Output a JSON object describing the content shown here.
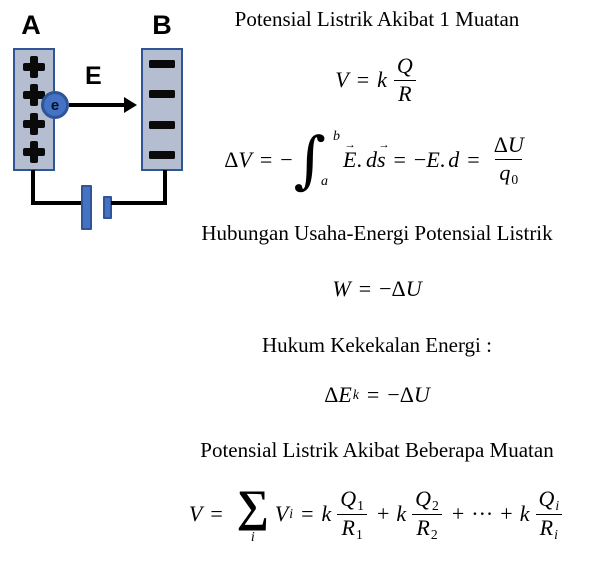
{
  "diagram": {
    "plate_a": {
      "label": "A",
      "charge_type": "positive",
      "charge_count": 4
    },
    "plate_b": {
      "label": "B",
      "charge_type": "negative",
      "charge_count": 4
    },
    "electron_label": "e",
    "field_label": "E",
    "colors": {
      "plate_fill": "#b5bed1",
      "plate_border": "#2e5696",
      "battery_fill": "#4472c4",
      "battery_border": "#2f5597",
      "electron_fill": "#4472c4",
      "electron_border": "#2f5597",
      "wire": "#000000",
      "charge": "#0a0a0a"
    }
  },
  "headings": {
    "h1": "Potensial Listrik Akibat 1 Muatan",
    "h2": "Hubungan Usaha-Energi Potensial Listrik",
    "h3": "Hukum Kekekalan Energi :",
    "h4": "Potensial Listrik Akibat Beberapa Muatan"
  },
  "formulas": {
    "v_single": {
      "lhs": "V",
      "eq": "=",
      "coef": "k",
      "num": "Q",
      "den": "R"
    },
    "delta_v": {
      "delta": "Δ",
      "v": "V",
      "eq": "=",
      "minus": "−",
      "int_sign": "∫",
      "upper": "b",
      "lower": "a",
      "vec_e": "E",
      "arrow": "→",
      "dot": ".",
      "dee": "d",
      "vec_s": "s",
      "eq2": "=",
      "minus2": "−",
      "e2": "E",
      "dot2": ".",
      "dee2": "d",
      "eq3": "=",
      "num_delta": "Δ",
      "num_u": "U",
      "den_q": "q",
      "den_sub": "0"
    },
    "work": {
      "lhs": "W",
      "eq": "=",
      "minus_delta": "−Δ",
      "u": "U"
    },
    "kinetic": {
      "delta": "Δ",
      "e": "E",
      "sub": "k",
      "eq": "=",
      "minus_delta": "−Δ",
      "u": "U"
    },
    "v_multi": {
      "v": "V",
      "eq": "=",
      "sum": "∑",
      "sum_sub": "i",
      "vi": "V",
      "vi_sub": "i",
      "eq2": "=",
      "k1": "k",
      "q1": "Q",
      "q1s": "1",
      "r1": "R",
      "r1s": "1",
      "plus1": "+",
      "k2": "k",
      "q2": "Q",
      "q2s": "2",
      "r2": "R",
      "r2s": "2",
      "plus2": "+",
      "dots": "···",
      "plus3": "+",
      "ki": "k",
      "qi": "Q",
      "qis": "i",
      "ri": "R",
      "ris": "i"
    }
  }
}
